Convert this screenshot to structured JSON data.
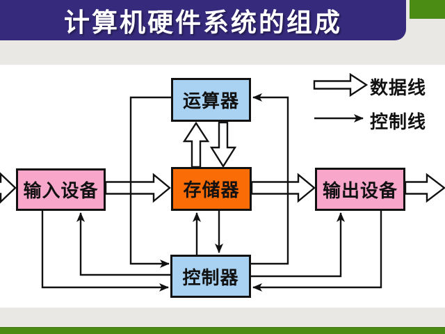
{
  "page": {
    "title": "计算机硬件系统的组成",
    "title_bar_color": "#362a7d",
    "accent_green": "#4b8c15",
    "background": "#e9e8e4",
    "canvas_background": "#ffffff"
  },
  "legend": {
    "data_line_label": "数据线",
    "control_line_label": "控制线"
  },
  "nodes": {
    "alu": {
      "label": "运算器",
      "fill": "#a9d2f2"
    },
    "memory": {
      "label": "存储器",
      "fill": "#fa6c05"
    },
    "controller": {
      "label": "控制器",
      "fill": "#a9d2f2"
    },
    "input_device": {
      "label": "输入设备",
      "fill": "#f9a6cb"
    },
    "output_device": {
      "label": "输出设备",
      "fill": "#f9a6cb"
    }
  },
  "edges": {
    "data_lines": [
      {
        "from": "external-left",
        "to": "input_device"
      },
      {
        "from": "input_device",
        "to": "memory"
      },
      {
        "from": "memory",
        "to": "alu"
      },
      {
        "from": "alu",
        "to": "memory"
      },
      {
        "from": "memory",
        "to": "output_device"
      },
      {
        "from": "output_device",
        "to": "external-right"
      }
    ],
    "control_lines": [
      {
        "from": "alu",
        "to": "controller"
      },
      {
        "from": "controller",
        "to": "alu"
      },
      {
        "from": "controller",
        "to": "memory"
      },
      {
        "from": "memory",
        "to": "controller"
      },
      {
        "from": "controller",
        "to": "input_device"
      },
      {
        "from": "input_device",
        "to": "controller"
      },
      {
        "from": "controller",
        "to": "output_device"
      },
      {
        "from": "output_device",
        "to": "controller"
      }
    ]
  }
}
